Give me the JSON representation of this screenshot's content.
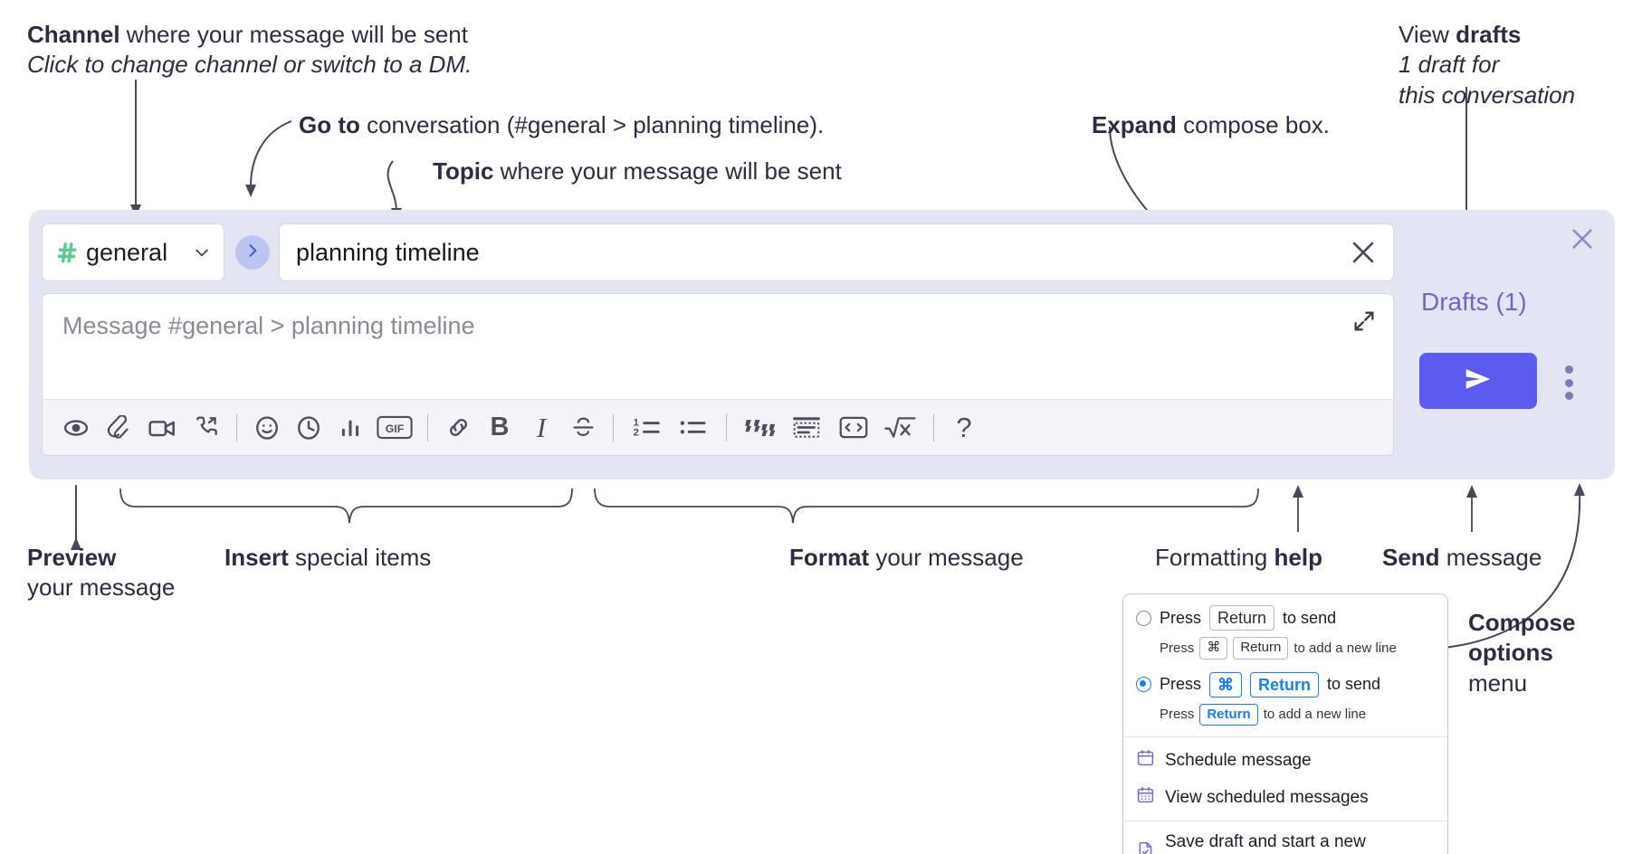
{
  "annotations": {
    "channel": {
      "bold": "Channel",
      "rest": " where your message will be sent",
      "sub": "Click to change channel or switch to a DM."
    },
    "goto": {
      "bold": "Go to",
      "rest": " conversation (#general > planning timeline)."
    },
    "topic": {
      "bold": "Topic",
      "rest": " where your message will be sent"
    },
    "expand": {
      "bold": "Expand",
      "rest": " compose box."
    },
    "drafts": {
      "bold_pre": "View ",
      "bold": "drafts",
      "sub1": "1 draft for",
      "sub2": "this conversation"
    },
    "preview": {
      "bold": "Preview",
      "sub": "your message"
    },
    "insert": {
      "bold": "Insert",
      "rest": " special items"
    },
    "format": {
      "bold": "Format",
      "rest": " your message"
    },
    "help": {
      "pre": "Formatting ",
      "bold": "help"
    },
    "send": {
      "bold": "Send",
      "rest": " message"
    },
    "compose_options": {
      "bold1": "Compose",
      "bold2": "options",
      "rest": "menu"
    }
  },
  "compose": {
    "channel": {
      "name": "general",
      "hash_icon": "hash-icon",
      "chevron_icon": "chevron-down-icon"
    },
    "goto_icon": "chevron-right-icon",
    "topic": {
      "value": "planning timeline",
      "clear_icon": "close-icon"
    },
    "message": {
      "placeholder": "Message #general > planning timeline",
      "value": "",
      "expand_icon": "expand-icon"
    },
    "toolbar": [
      {
        "name": "preview-button",
        "icon": "eye-icon",
        "kind": "icon"
      },
      {
        "name": "attach-button",
        "icon": "paperclip-icon",
        "kind": "icon"
      },
      {
        "name": "video-clip-button",
        "icon": "video-camera-icon",
        "kind": "icon"
      },
      {
        "name": "audio-clip-button",
        "icon": "phone-forward-icon",
        "kind": "icon"
      },
      {
        "name": "separator-1",
        "icon": "divider",
        "kind": "sep"
      },
      {
        "name": "emoji-button",
        "icon": "smiley-icon",
        "kind": "icon"
      },
      {
        "name": "reminder-button",
        "icon": "clock-icon",
        "kind": "icon"
      },
      {
        "name": "poll-button",
        "icon": "bar-chart-icon",
        "kind": "icon"
      },
      {
        "name": "gif-button",
        "icon": "gif-icon",
        "kind": "icon"
      },
      {
        "name": "separator-2",
        "icon": "divider",
        "kind": "sep"
      },
      {
        "name": "link-button",
        "icon": "link-icon",
        "kind": "icon"
      },
      {
        "name": "bold-button",
        "icon": "bold-icon",
        "label": "B",
        "kind": "text-bold"
      },
      {
        "name": "italic-button",
        "icon": "italic-icon",
        "label": "I",
        "kind": "text-italic"
      },
      {
        "name": "strikethrough-button",
        "icon": "strikethrough-icon",
        "kind": "icon"
      },
      {
        "name": "separator-3",
        "icon": "divider",
        "kind": "sep"
      },
      {
        "name": "ordered-list-button",
        "icon": "ordered-list-icon",
        "kind": "icon"
      },
      {
        "name": "bulleted-list-button",
        "icon": "bulleted-list-icon",
        "kind": "icon"
      },
      {
        "name": "separator-4",
        "icon": "divider",
        "kind": "sep"
      },
      {
        "name": "blockquote-button",
        "icon": "quote-icon",
        "kind": "icon"
      },
      {
        "name": "code-block-button",
        "icon": "code-block-icon",
        "kind": "icon"
      },
      {
        "name": "code-button",
        "icon": "code-icon",
        "kind": "icon"
      },
      {
        "name": "math-button",
        "icon": "square-root-x-icon",
        "kind": "icon"
      },
      {
        "name": "separator-5",
        "icon": "divider",
        "kind": "sep"
      },
      {
        "name": "formatting-help-button",
        "icon": "question-mark-icon",
        "label": "?",
        "kind": "text-help"
      }
    ],
    "rail": {
      "close_icon": "close-icon",
      "drafts_label": "Drafts (1)",
      "send_icon": "send-paper-plane-icon",
      "kebab_icon": "vertical-dots-icon"
    }
  },
  "menu": {
    "option_1": {
      "main_pre": "Press",
      "main_key": "Return",
      "main_post": "to send",
      "sub_pre": "Press",
      "sub_key1": "⌘",
      "sub_key2": "Return",
      "sub_post": "to add a new line",
      "selected": false
    },
    "option_2": {
      "main_pre": "Press",
      "main_key1": "⌘",
      "main_key2": "Return",
      "main_post": "to send",
      "sub_pre": "Press",
      "sub_key": "Return",
      "sub_post": "to add a new line",
      "selected": true
    },
    "items": [
      {
        "label": "Schedule message",
        "icon": "calendar-clock-icon"
      },
      {
        "label": "View scheduled messages",
        "icon": "calendar-grid-icon"
      },
      {
        "label": "Save draft and start a new message",
        "icon": "save-draft-icon"
      }
    ]
  },
  "colors": {
    "compose_bg": "#e3e5f2",
    "send_button": "#5b5bf0",
    "drafts_link": "#6b6bbd",
    "hash_green": "#5fcb92",
    "goto_circle": "#bcc4f2",
    "radio_blue": "#1a7ef5",
    "menu_icon_purple": "#6f6fd1",
    "text": "#2f2c41"
  }
}
